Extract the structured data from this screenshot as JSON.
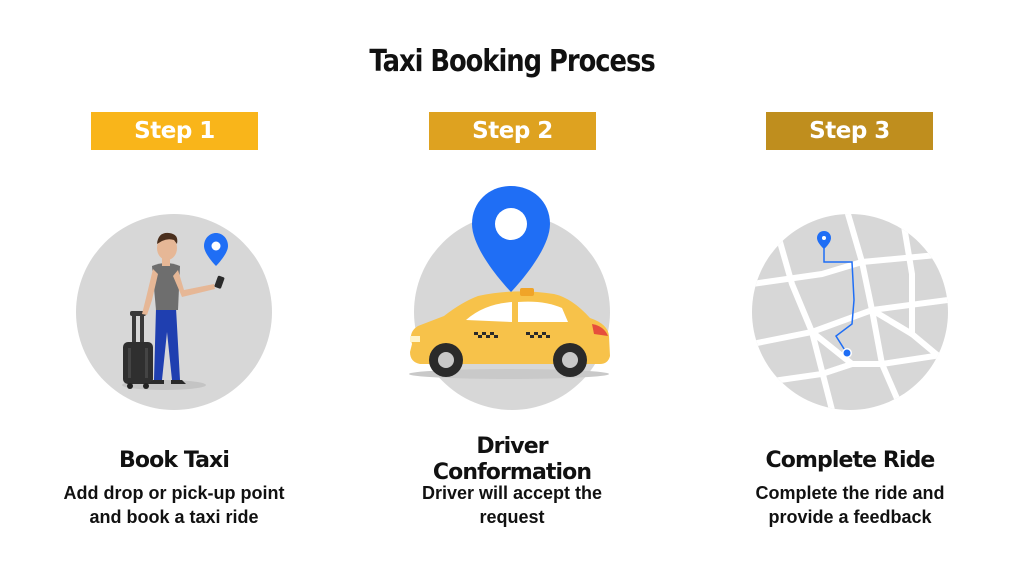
{
  "title": "Taxi Booking Process",
  "colors": {
    "step1": "#f9b51a",
    "step2": "#dea220",
    "step3": "#bf8e1e",
    "circle": "#d7d7d7",
    "pin_blue": "#1f6ef5"
  },
  "steps": [
    {
      "label": "Step 1",
      "title": "Book Taxi",
      "description_line1": "Add drop or pick-up point",
      "description_line2": "and book a taxi ride",
      "illustration": "man-with-luggage-and-phone"
    },
    {
      "label": "Step 2",
      "title_line1": "Driver",
      "title_line2": "Conformation",
      "description_line1": "Driver will accept the",
      "description_line2": "request",
      "illustration": "taxi-with-location-pin"
    },
    {
      "label": "Step 3",
      "title": "Complete Ride",
      "description_line1": "Complete the ride and",
      "description_line2": "provide a feedback",
      "illustration": "map-with-route"
    }
  ]
}
